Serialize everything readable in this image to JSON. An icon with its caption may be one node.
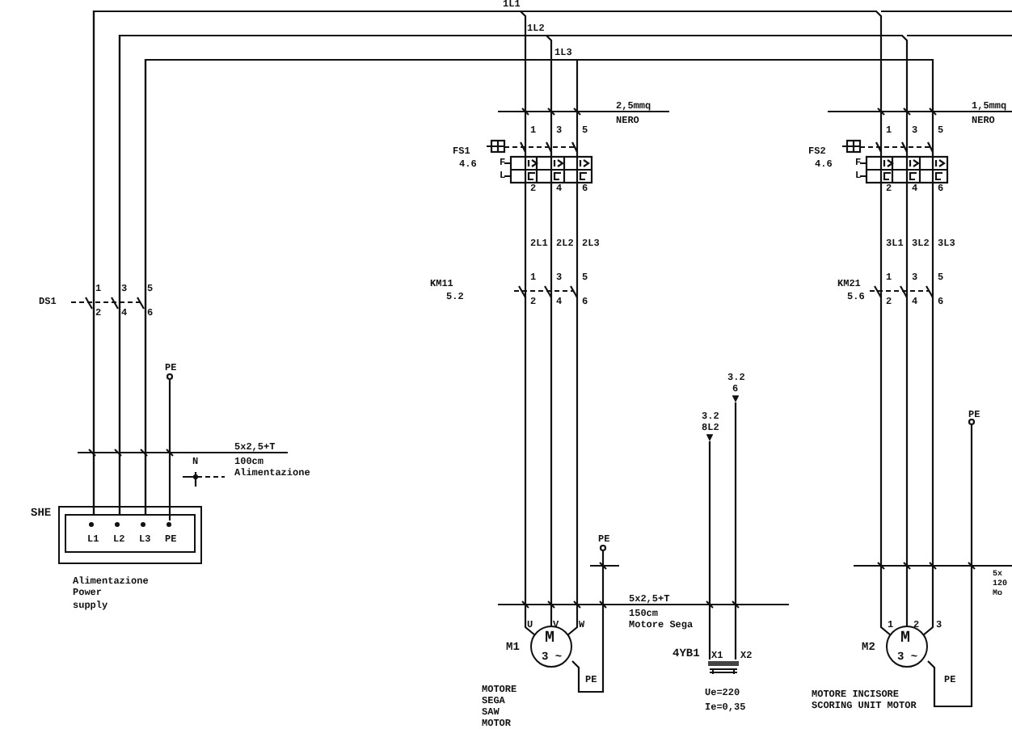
{
  "diagram": {
    "nodes": [
      {
        "text": [
          "SHE"
        ]
      },
      {
        "text": [
          "L1",
          "L2",
          "L3",
          "PE"
        ],
        "in": 0
      },
      {
        "text": [
          "M",
          "3 ~"
        ],
        "beside": [
          "M1"
        ]
      },
      {
        "text": [
          "M",
          "3 ~"
        ],
        "beside": [
          "M2"
        ]
      },
      {
        "text": [],
        "shape": "coil",
        "beside": [
          "4YB1",
          "X1",
          "X2"
        ]
      },
      {
        "text": [
          "3.2",
          "6"
        ]
      },
      {
        "text": [
          "3.2",
          "8L2"
        ]
      }
    ],
    "edges": [
      {
        "from": 1,
        "to": 2,
        "arrow": "none"
      },
      {
        "from": 1,
        "to": 2,
        "arrow": "none"
      },
      {
        "from": 1,
        "to": 2,
        "arrow": "none"
      },
      {
        "from": 1,
        "to": 3,
        "arrow": "none"
      },
      {
        "from": 1,
        "to": 3,
        "arrow": "none"
      },
      {
        "from": 1,
        "to": 3,
        "arrow": "none"
      },
      {
        "from": 4,
        "to": 5,
        "arrow": "to"
      },
      {
        "from": 4,
        "to": 6,
        "arrow": "to"
      }
    ],
    "labels": [
      "1L1",
      "1L2",
      "1L3",
      "2,5mmq",
      "NERO",
      "1,5mmq",
      "NERO",
      "1",
      "3",
      "5",
      "1",
      "3",
      "5",
      "FS1",
      "FS2",
      "4.6",
      "F",
      "4.6",
      "F",
      "L",
      "L",
      "2",
      "4",
      "6",
      "2",
      "4",
      "6",
      "2L1",
      "2L2",
      "2L3",
      "3L1",
      "3L2",
      "3L3",
      "1",
      "3",
      "5",
      "DS1",
      "2",
      "4",
      "6",
      "KM11",
      "5.2",
      "1",
      "3",
      "5",
      "2",
      "4",
      "6",
      "KM21",
      "5.6",
      "1",
      "3",
      "5",
      "2",
      "4",
      "6",
      "PE",
      "PE",
      "5x2,5+T",
      "N",
      "100cm",
      "Alimentazione",
      "Alimentazione",
      "Power",
      "supply",
      "PE",
      "5x",
      "120",
      "5x2,5+T",
      "Mo",
      "150cm",
      "U",
      "V",
      "W",
      "Motore Sega",
      "1",
      "2",
      "3",
      "PE",
      "PE",
      "Ue=220",
      "Ie=0,35",
      "MOTORE",
      "SEGA",
      "SAW",
      "MOTOR",
      "MOTORE INCISORE",
      "SCORING UNIT MOTOR"
    ]
  }
}
